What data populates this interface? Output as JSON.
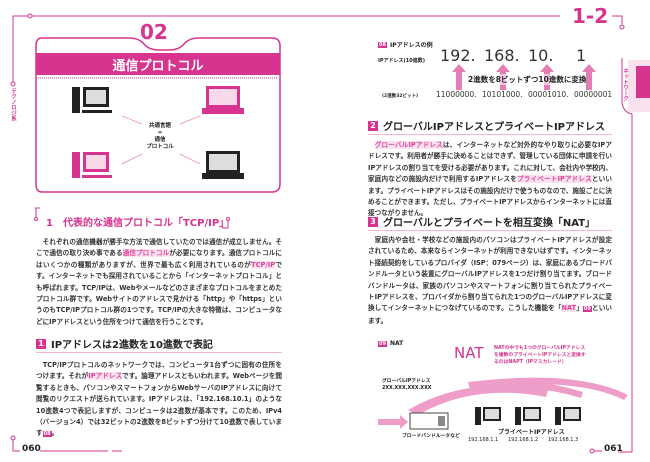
{
  "left": {
    "chapter_no": "02",
    "title": "通信プロトコル",
    "side_tab": "テクノロジ系",
    "diagram": {
      "center_line1": "共通言語",
      "center_eq": "=",
      "center_line2": "通信",
      "center_line3": "プロトコル"
    },
    "section1": {
      "num": "1",
      "title": "代表的な通信プロトコル「TCP/IP」",
      "p1a": "それぞれの通信機器が勝手な方法で通信していたのでは通信が成立しません。そこで通信の取り決め事である",
      "p1b": "通信プロトコル",
      "p1c": "が必要になります。通信プロトコルにはいくつかの種類がありますが、世界で最も広く利用されているのが",
      "p1d": "TCP/IP",
      "p1e": "です。インターネットでも採用されていることから「インターネットプロトコル」とも呼ばれます。TCP/IPは、Webやメールなどのさまざまなプロトコルをまとめたプロトコル群です。Webサイトのアドレスで見かける「http」や「https」というのもTCP/IPプロトコル群の1つです。TCP/IPの大きな特徴は、コンピュータなどにIPアドレスという住所をつけて通信を行うことです。"
    },
    "section_ip": {
      "num": "1",
      "title": "IPアドレスは2進数を10進数で表記",
      "p1a": "TCP/IPプロトコルのネットワークでは、コンピュータ1台ずつに固有の住所をつけます。それが",
      "p1b": "IPアドレス",
      "p1c": "です。論理アドレスともいわれます。Webページを閲覧するときも、パソコンやスマートフォンからWebサーバのIPアドレスに向けて閲覧のリクエストが送られています。IPアドレスは、「192.168.10.1」のような10進数4つで表記しますが、コンピュータは2進数が基本です。このため、IPv4（バージョン4）では32ビットの2進数を8ビットずつ分けて10進数で表しています",
      "ref": "08",
      "end": "。"
    },
    "page_no": "060"
  },
  "right": {
    "section_no": "1-2",
    "side_tab": "ネットワーク",
    "fig08": {
      "no": "08",
      "title": "IPアドレスの例",
      "row1_label": "IPアドレス(10進数)",
      "decimal": [
        "192.",
        "168.",
        "10.",
        "1"
      ],
      "convert_label": "2進数を8ビットずつ10進数に変換",
      "row2_label": "(2進数32ビット)",
      "binary": [
        "11000000.",
        "10101000.",
        "00001010.",
        "00000001"
      ]
    },
    "section2": {
      "num": "2",
      "title": "グローバルIPアドレスとプライベートIPアドレス",
      "p1a": "グローバルIPアドレス",
      "p1b": "は、インターネットなど対外的なやり取りに必要なIPアドレスです。利用者が勝手に決めることはできず、管理している団体に申請を行いIPアドレスの割り当てを受ける必要があります。これに対して、会社内や学校内、家庭内などの施設内だけで利用するIPアドレスを",
      "p1c": "プライベートIPアドレス",
      "p1d": "といいます。プライベートIPアドレスはその施設内だけで使うものなので、施設ごとに決めることができます。ただし、プライベートIPアドレスからインターネットには直接つながりません。"
    },
    "section3": {
      "num": "3",
      "title": "グローバルとプライベートを相互変換「NAT」",
      "p1a": "家庭内や会社・学校などの施設内のパソコンはプライベートIPアドレスが設定されているため、本来ならインターネットが利用できないはずです。インターネット接続契約をしているプロバイダ（ISP：079ページ）は、家庭にあるブロードバンドルータという装置にグローバルIPアドレスを1つだけ割り当てます。ブロードバンドルータは、家族のパソコンやスマートフォンに割り当てられたプライベートIPアドレスを、プロバイダから割り当てられた1つのグローバルIPアドレスに変換してインターネットにつなげているのです。こうした機能を「",
      "p1b": "NAT",
      "p1c": "」",
      "ref": "09",
      "p1d": "といいます。"
    },
    "fig09": {
      "no": "09",
      "title": "NAT",
      "nat_big": "NAT",
      "nat_note": "NATの中でも1つのグローバルIPアドレスを複数のプライベートIPアドレスと変換するのはNAPT（IPマスカレード）",
      "global_label": "グローバルIPアドレス",
      "global_value": "2XX.XXX.XXX.XXX",
      "router_label": "ブロードバンドルータなど",
      "private_label": "プライベートIPアドレス",
      "private_ips": [
        "192.168.1.1",
        "192.168.1.2",
        "192.168.1.3"
      ]
    },
    "page_no": "061"
  },
  "colors": {
    "accent": "#d6348f",
    "accent_light": "#f5b6d6"
  }
}
